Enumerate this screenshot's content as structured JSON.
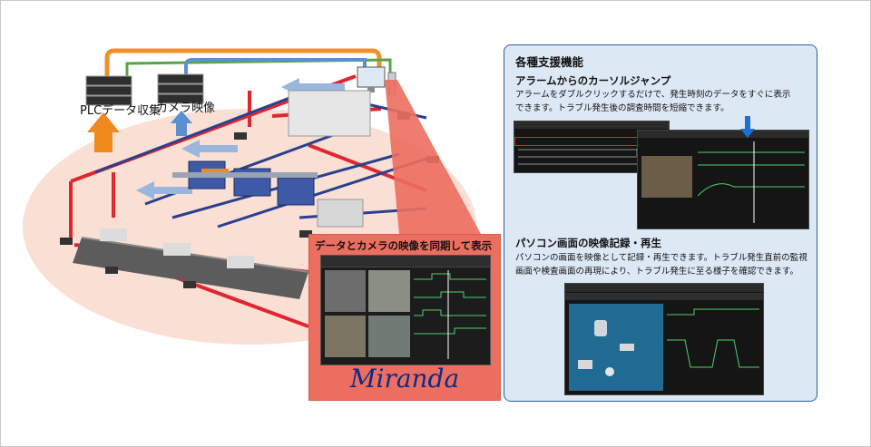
{
  "scene": {
    "plc_label": "PLCデータ収集",
    "camera_label": "カメラ映像"
  },
  "callout": {
    "title": "データとカメラの映像を同期して表示",
    "brand": "Miranda"
  },
  "panel": {
    "title": "各種支援機能",
    "section1": {
      "title": "アラームからのカーソルジャンプ",
      "line1": "アラームをダブルクリックするだけで、発生時刻のデータをすぐに表示",
      "line2": "できます。トラブル発生後の調査時間を短縮できます。"
    },
    "section2": {
      "title": "パソコン画面の映像記録・再生",
      "line1": "パソコンの画面を映像として記録・再生できます。トラブル発生直前の監視",
      "line2": "画面や検査画面の再現により、トラブル発生に至る様子を確認できます。"
    }
  },
  "colors": {
    "red_line": "#e0262f",
    "blue_line": "#2a3f8f",
    "callout_bg": "#ec6e5f",
    "panel_bg": "#dde8f5",
    "panel_border": "#2a5ea8",
    "brand_text": "#0c2b8a"
  }
}
